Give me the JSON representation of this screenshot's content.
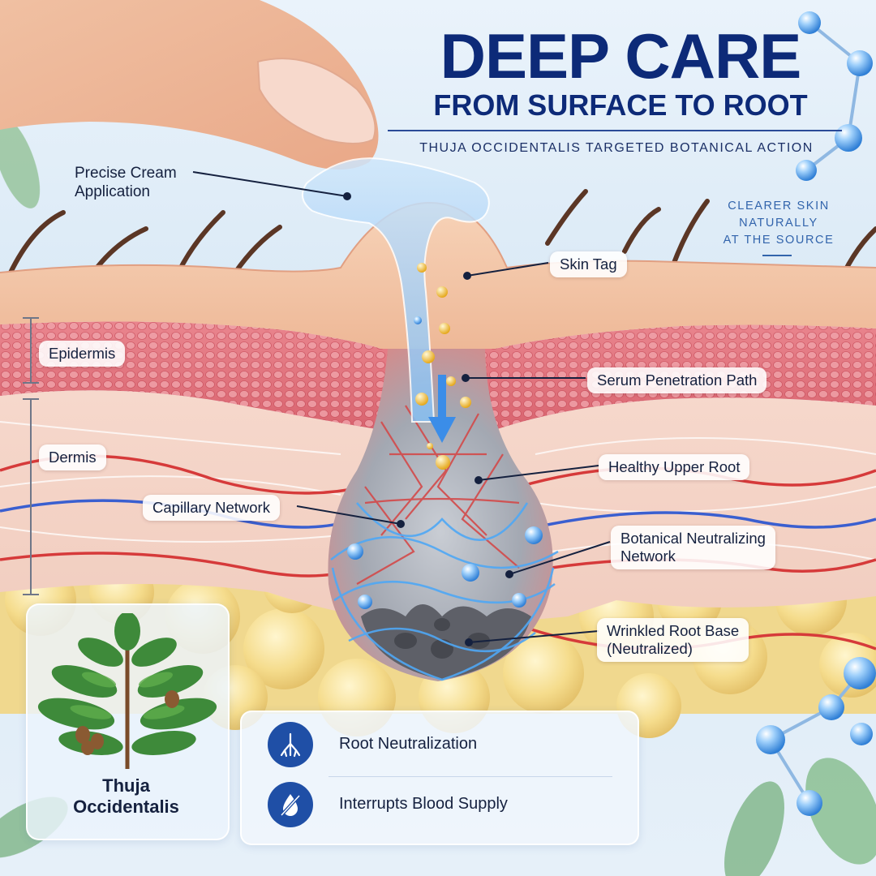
{
  "title": {
    "line1": "DEEP CARE",
    "line2": "FROM SURFACE TO ROOT"
  },
  "tagline": "THUJA OCCIDENTALIS TARGETED BOTANICAL ACTION",
  "side_note": {
    "line1": "CLEARER SKIN",
    "line2": "NATURALLY",
    "line3": "AT THE SOURCE"
  },
  "labels": {
    "cream_application": {
      "line1": "Precise Cream",
      "line2": "Application"
    },
    "skin_tag": "Skin Tag",
    "epidermis": "Epidermis",
    "serum_path": "Serum Penetration Path",
    "dermis": "Dermis",
    "healthy_root": "Healthy Upper Root",
    "capillary_network": "Capillary Network",
    "botanical_network": {
      "line1": "Botanical Neutralizing",
      "line2": "Network"
    },
    "root_base": {
      "line1": "Wrinkled Root Base",
      "line2": "(Neutralized)"
    }
  },
  "plant": {
    "line1": "Thuja",
    "line2": "Occidentalis"
  },
  "benefits": [
    {
      "label": "Root Neutralization",
      "icon": "root-icon"
    },
    {
      "label": "Interrupts Blood Supply",
      "icon": "blocked-drop-icon"
    }
  ],
  "colors": {
    "title": "#0d2a78",
    "accent_blue": "#1f4fa6",
    "skin": "#f2c6a8",
    "epidermis": "#e9878f",
    "fat": "#f5dc8c",
    "vein_red": "#d63a3a",
    "vein_blue": "#3a5fd0"
  }
}
